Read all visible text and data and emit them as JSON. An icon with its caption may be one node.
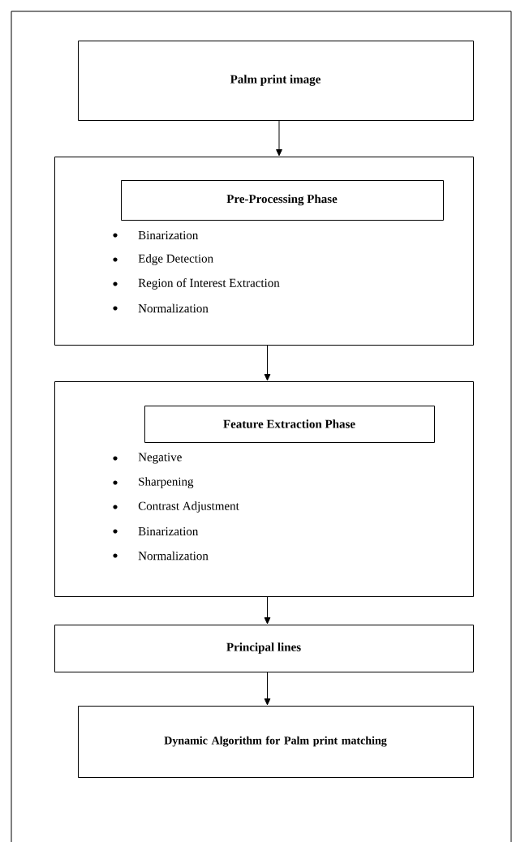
{
  "diagram": {
    "nodes": [
      {
        "text": [
          "Palm print image"
        ]
      },
      {
        "text": [
          "Binarization",
          "Edge Detection",
          "Region of Interest Extraction",
          "Normalization"
        ]
      },
      {
        "text": [
          "Pre-Processing Phase"
        ],
        "in": 1
      },
      {
        "text": [
          "Negative",
          "Sharpening",
          "Contrast Adjustment",
          "Binarization",
          "Normalization"
        ]
      },
      {
        "text": [
          "Feature Extraction Phase"
        ],
        "in": 3
      },
      {
        "text": [
          "Principal lines"
        ]
      },
      {
        "text": [
          "Dynamic Algorithm for Palm print matching"
        ]
      }
    ],
    "edges": [
      {
        "from": 0,
        "to": 1,
        "arrow": "to"
      },
      {
        "from": 1,
        "to": 3,
        "arrow": "to"
      },
      {
        "from": 3,
        "to": 5,
        "arrow": "to"
      },
      {
        "from": 5,
        "to": 6,
        "arrow": "to"
      }
    ]
  }
}
